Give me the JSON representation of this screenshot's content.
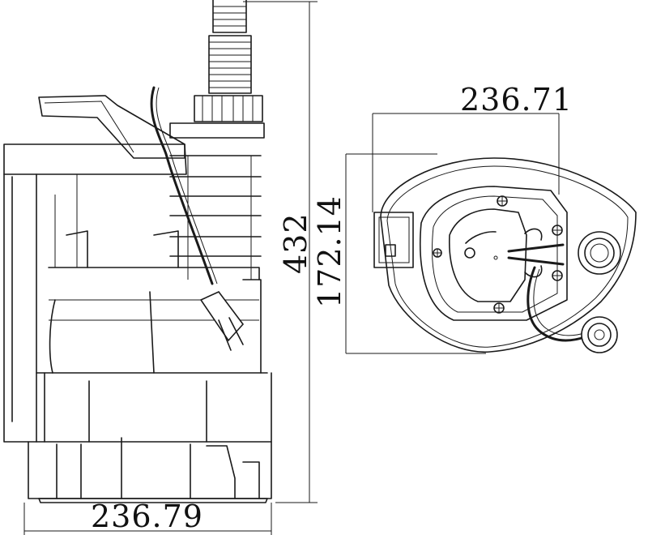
{
  "dimensions": {
    "front_width": "236.79",
    "front_height": "432",
    "top_width": "236.71",
    "top_depth": "172.14"
  },
  "colors": {
    "line": "#1a1a1a",
    "background": "#ffffff"
  }
}
